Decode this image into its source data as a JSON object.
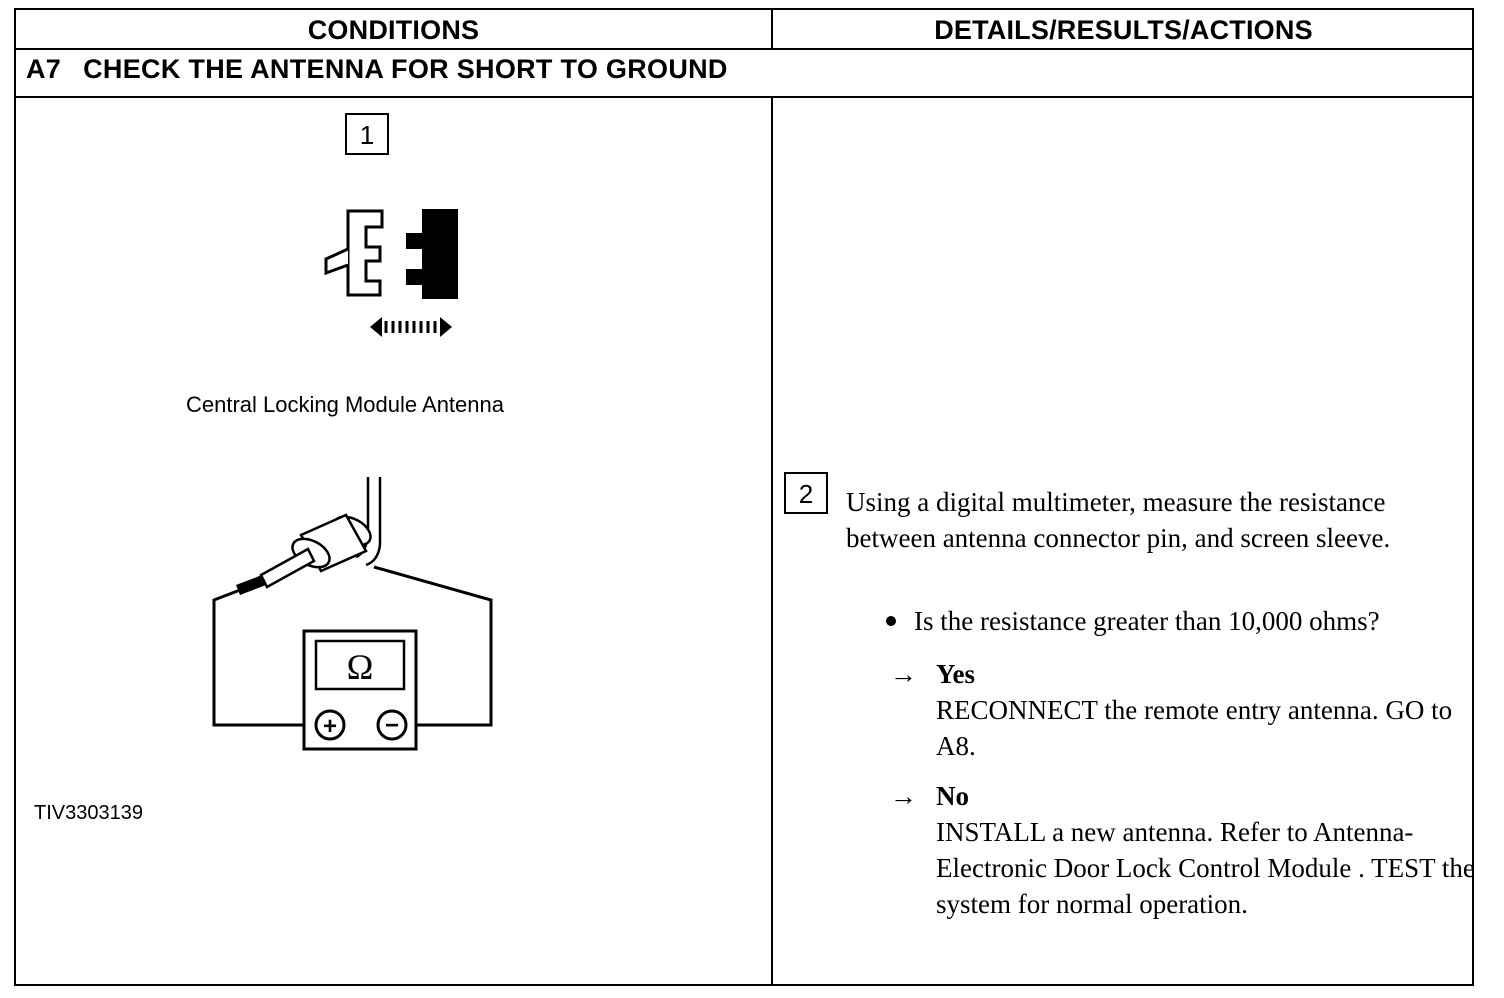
{
  "table": {
    "col_conditions": "CONDITIONS",
    "col_details": "DETAILS/RESULTS/ACTIONS"
  },
  "step": {
    "code": "A7",
    "title": "CHECK THE ANTENNA FOR SHORT TO GROUND"
  },
  "left": {
    "step1_number": "1",
    "caption": "Central Locking Module Antenna",
    "meter_symbol": "Ω",
    "plus_symbol": "+",
    "minus_symbol": "−",
    "figure_id": "TIV3303139"
  },
  "right": {
    "step2_number": "2",
    "instruction": "Using a digital multimeter, measure the resistance between antenna connector pin, and screen sleeve.",
    "question": "Is the resistance greater than 10,000 ohms?",
    "arrow_symbol": "→",
    "yes_label": "Yes",
    "yes_action": "RECONNECT the remote entry antenna. GO to A8.",
    "no_label": "No",
    "no_action": "INSTALL a new antenna.  Refer to Antenna-Electronic Door Lock Control Module . TEST the system for normal operation."
  }
}
